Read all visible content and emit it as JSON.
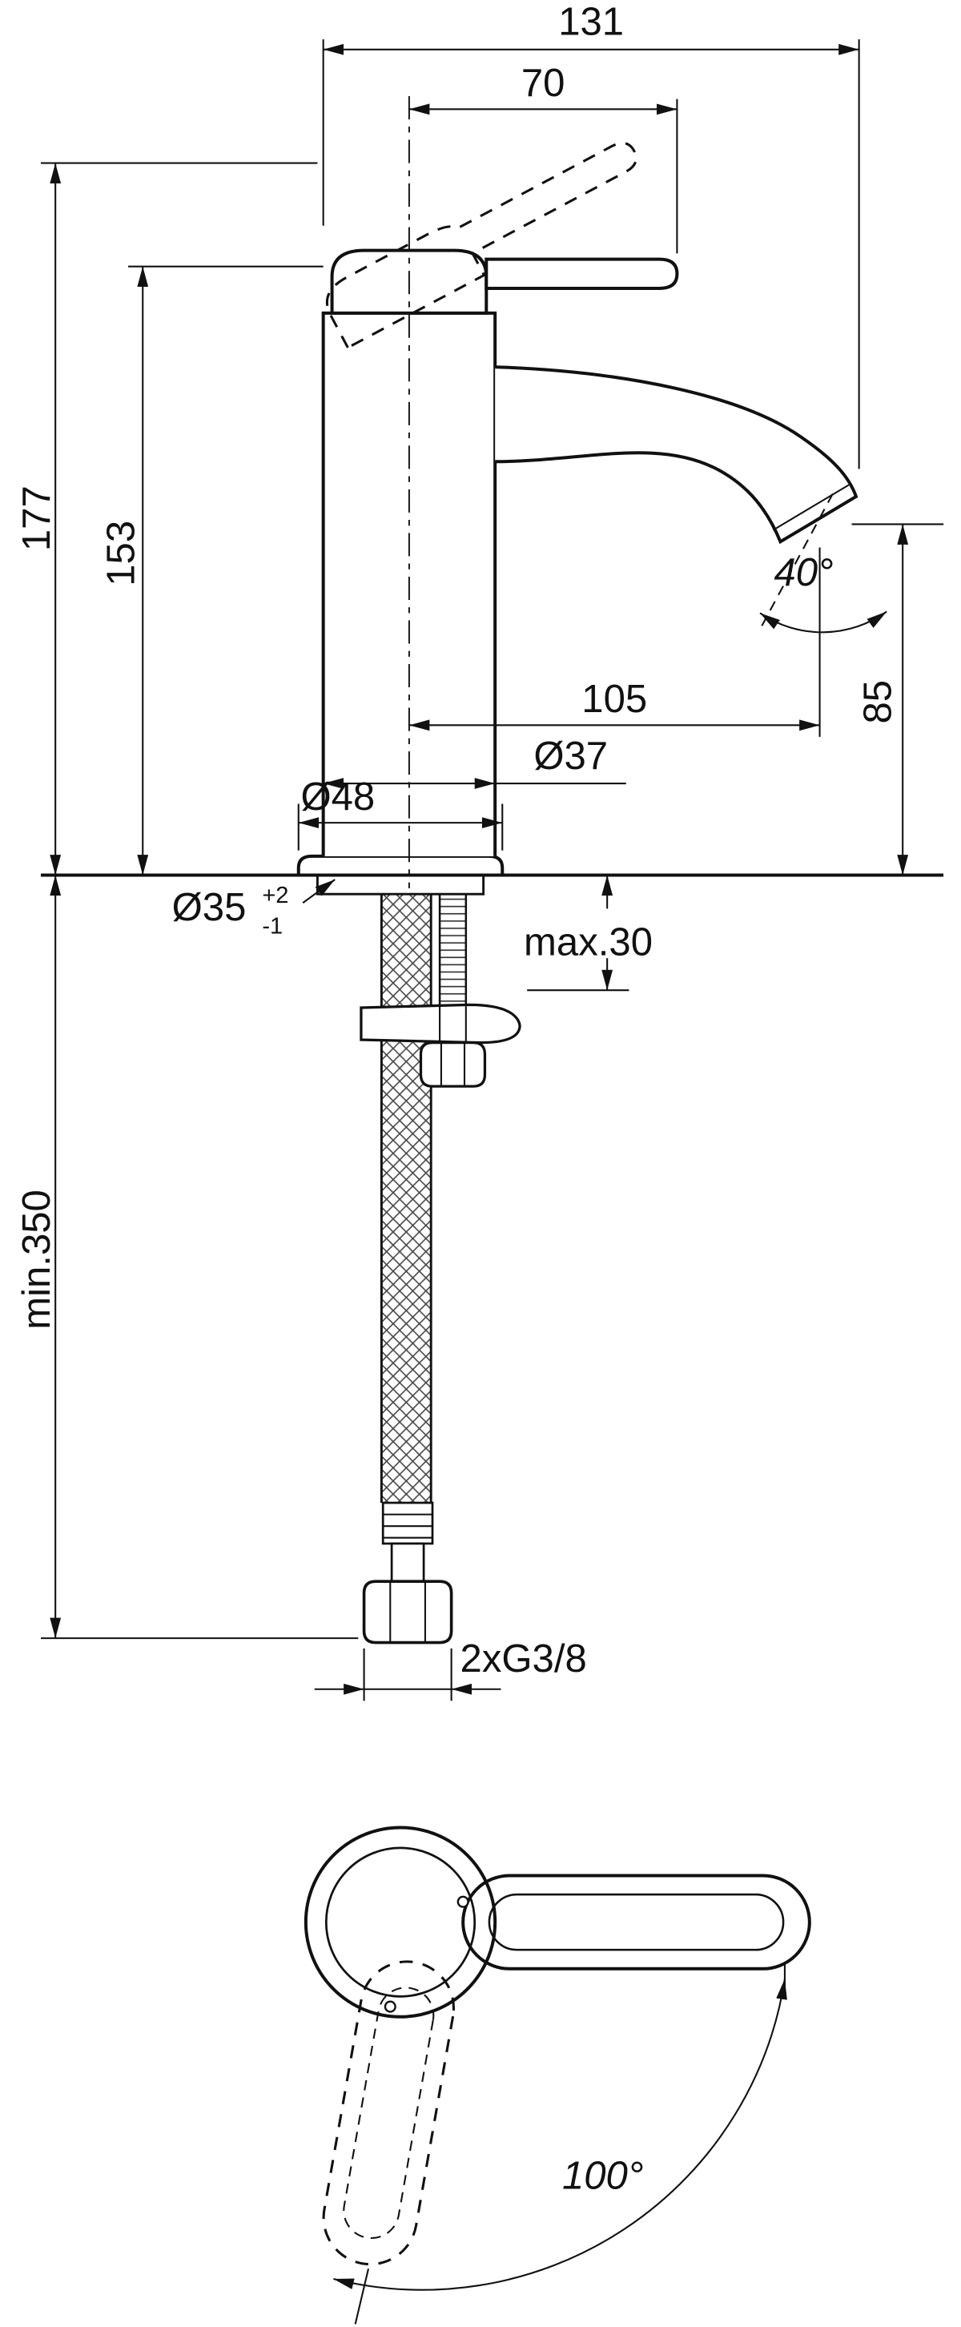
{
  "page": {
    "background": "#ffffff",
    "line_color": "#111111"
  },
  "side_view": {
    "dim_overall_width": "131",
    "dim_handle_length": "70",
    "dim_overall_height": "177",
    "dim_body_height": "153",
    "dim_spout_angle": "40°",
    "dim_spout_reach": "105",
    "dim_outlet_height": "85",
    "dim_body_diameter": "Ø37",
    "dim_base_diameter": "Ø48",
    "dim_hole_diameter": "Ø35",
    "dim_hole_tol_upper": "+2",
    "dim_hole_tol_lower": "-1",
    "dim_max_deck": "max.30",
    "dim_min_hose": "min.350",
    "dim_connection": "2xG3/8"
  },
  "top_view": {
    "dim_swing_angle": "100°"
  }
}
